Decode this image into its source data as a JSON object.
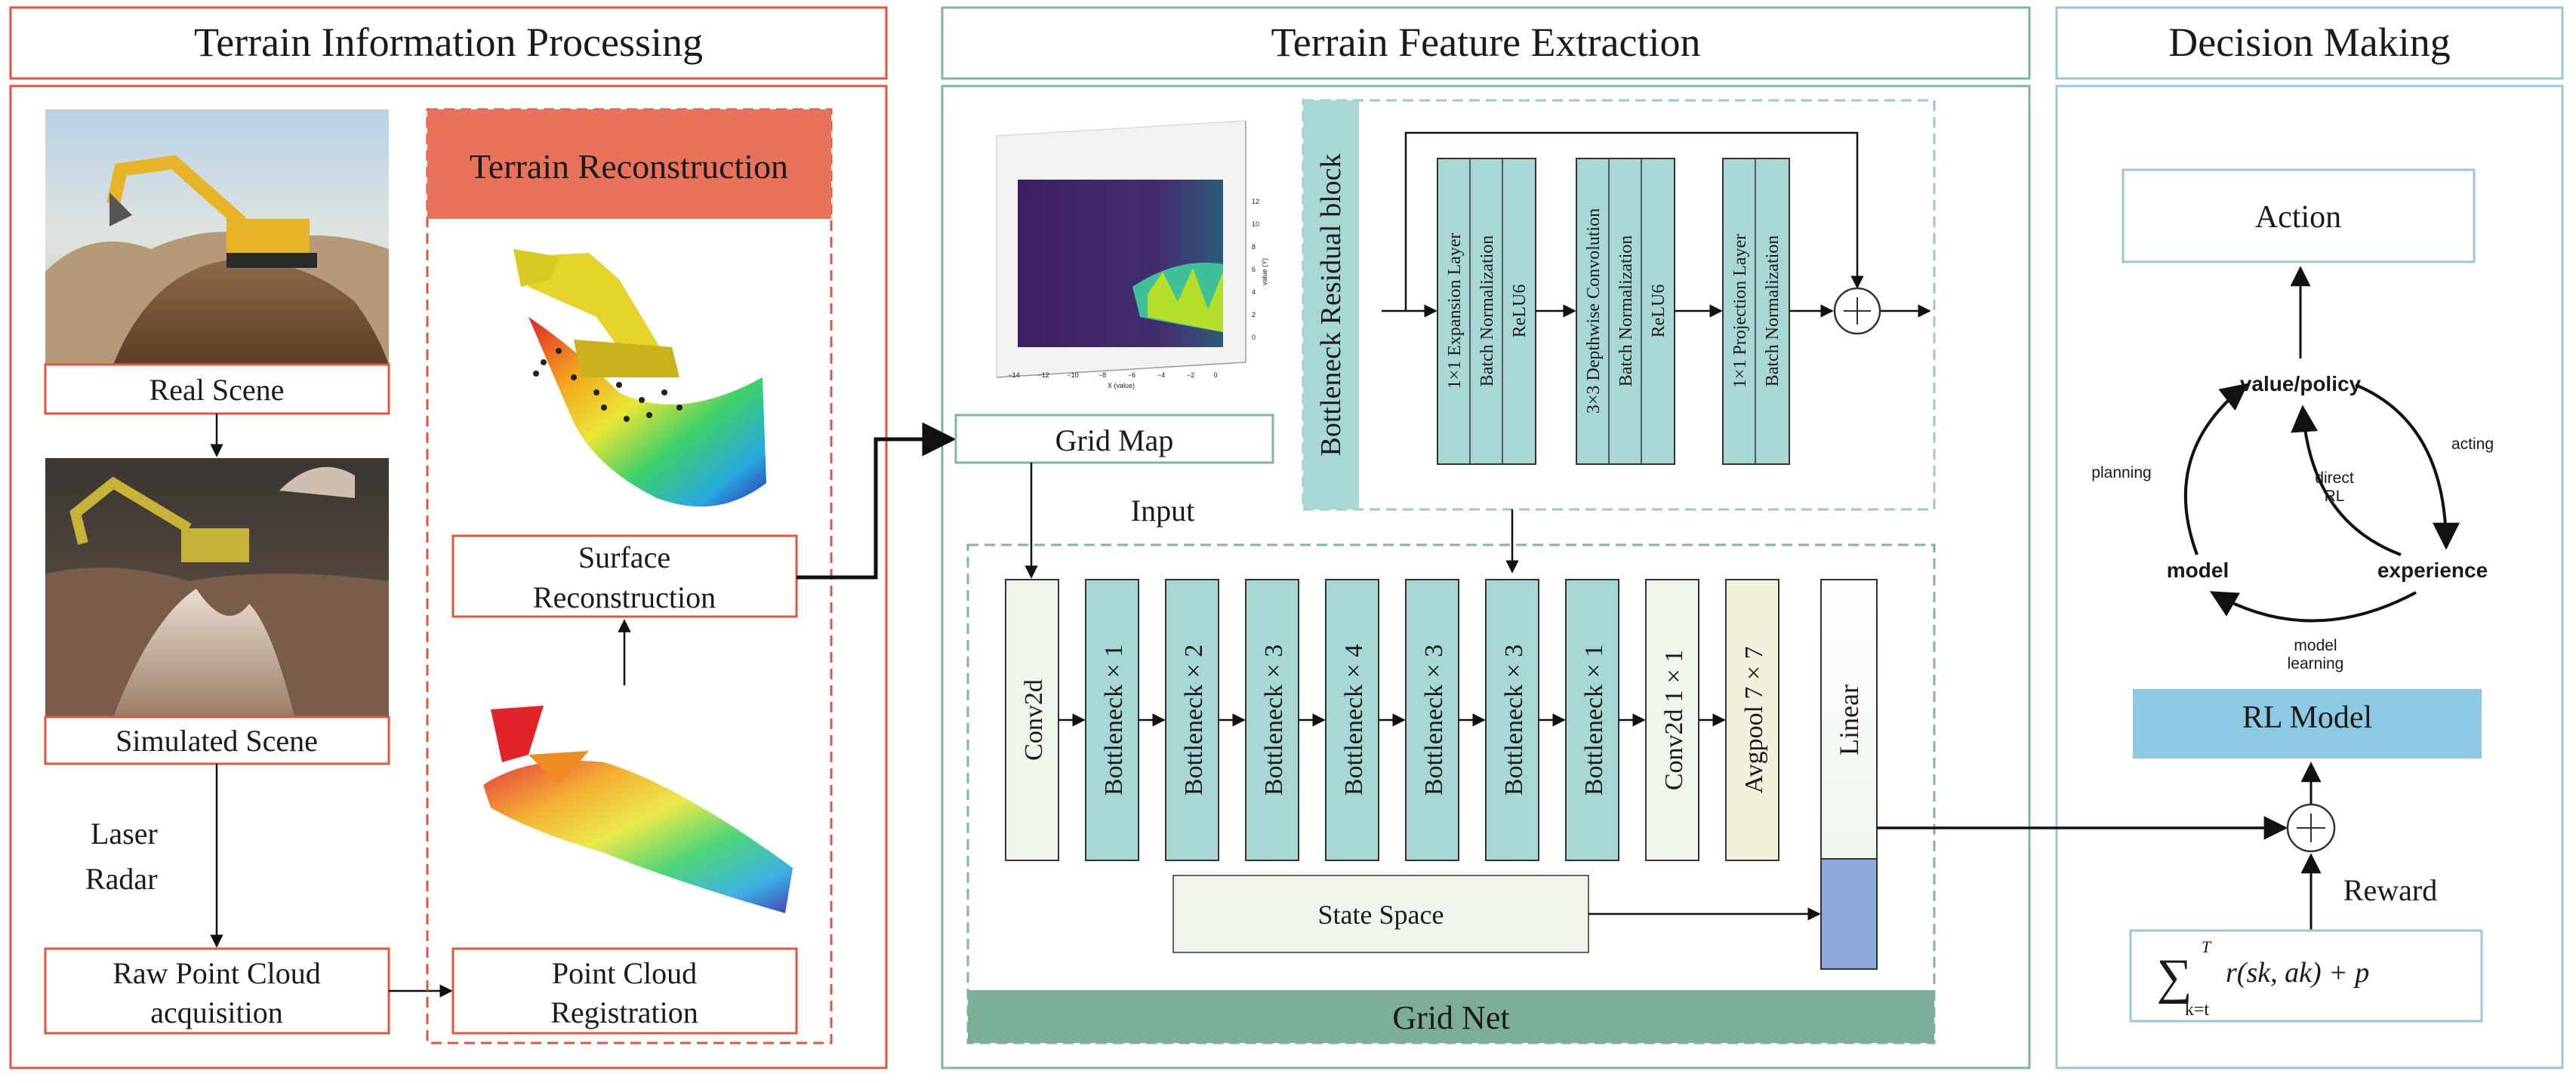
{
  "colors": {
    "red": "#e0553d",
    "red_fill": "#e8735a",
    "teal": "#7fb3a2",
    "teal_dark": "#7dae97",
    "teal_block": "#a8d8d6",
    "mint_block": "#eef6ec",
    "beige_block": "#f3f0dc",
    "light_blue_border": "#9bc6d9",
    "rl_model_fill": "#8ec9e4",
    "linear_bottom": "#8ea8dc",
    "state_fill": "#eef6ec"
  },
  "sections": {
    "terrain_info": "Terrain Information Processing",
    "feature_extraction": "Terrain Feature Extraction",
    "decision": "Decision Making"
  },
  "left": {
    "real_scene": "Real Scene",
    "simulated_scene": "Simulated Scene",
    "laser_radar_line1": "Laser",
    "laser_radar_line2": "Radar",
    "raw_line1": "Raw Point Cloud",
    "raw_line2": "acquisition",
    "terrain_reconstruction": "Terrain Reconstruction",
    "surface_line1": "Surface",
    "surface_line2": "Reconstruction",
    "registration_line1": "Point Cloud",
    "registration_line2": "Registration"
  },
  "middle": {
    "grid_map": "Grid Map",
    "input": "Input",
    "residual_block": "Bottleneck Residual block",
    "expansion": [
      "1×1 Expansion Layer",
      "Batch Normalization",
      "ReLU6"
    ],
    "depthwise": [
      "3×3 Depthwise Convolution",
      "Batch Normalization",
      "ReLU6"
    ],
    "projection": [
      "1×1 Projection Layer",
      "Batch Normalization"
    ],
    "layers": [
      "Conv2d",
      "Bottleneck × 1",
      "Bottleneck × 2",
      "Bottleneck × 3",
      "Bottleneck × 4",
      "Bottleneck × 3",
      "Bottleneck × 3",
      "Bottleneck × 1",
      "Conv2d 1 × 1",
      "Avgpool 7 × 7"
    ],
    "linear": "Linear",
    "state_space": "State Space",
    "grid_net": "Grid Net",
    "plot_yticks": [
      "12",
      "10",
      "8",
      "6",
      "4",
      "2",
      "0"
    ],
    "plot_xticks": [
      "−14",
      "−12",
      "−10",
      "−8",
      "−6",
      "−4",
      "−2",
      "0"
    ],
    "plot_xlabel": "X (value)",
    "plot_ylabel": "value (Y)"
  },
  "right": {
    "action": "Action",
    "value_policy": "value/policy",
    "planning": "planning",
    "acting": "acting",
    "direct_rl_line1": "direct",
    "direct_rl_line2": "RL",
    "model": "model",
    "experience": "experience",
    "model_learning_line1": "model",
    "model_learning_line2": "learning",
    "rl_model": "RL Model",
    "reward": "Reward",
    "formula_sum_top": "T",
    "formula_sum_bottom": "k=t",
    "formula_body": "r(sk, ak) + p"
  }
}
